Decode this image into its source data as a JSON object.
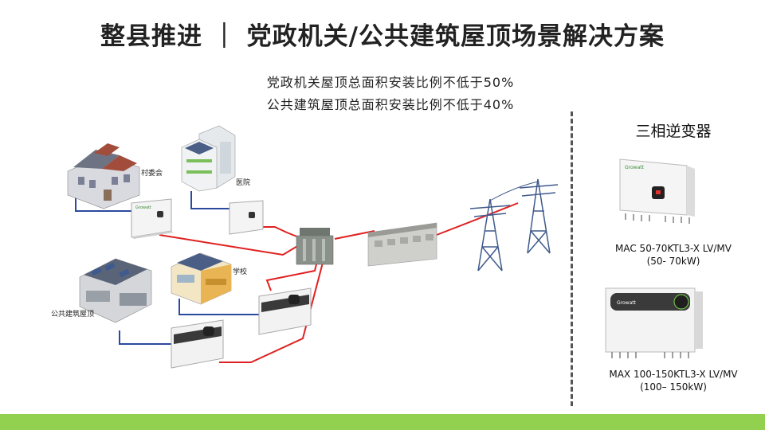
{
  "title": "整县推进 ｜ 党政机关/公共建筑屋顶场景解决方案",
  "subtitle_1": "党政机关屋顶总面积安装比例不低于50%",
  "subtitle_2": "公共建筑屋顶总面积安装比例不低于40%",
  "labels": {
    "village": "村委会",
    "hospital": "医院",
    "school": "学校",
    "public_building": "公共建筑屋顶"
  },
  "side": {
    "title": "三相逆变器",
    "brand": "Growatt",
    "models": [
      {
        "name": "MAC 50-70KTL3-X  LV/MV",
        "range": "(50- 70kW)"
      },
      {
        "name": "MAX 100-150KTL3-X  LV/MV",
        "range": "(100– 150kW)"
      }
    ]
  },
  "colors": {
    "ac_line": "#e02020",
    "dc_line": "#2a4aa0",
    "accent_bar": "#92d050"
  }
}
